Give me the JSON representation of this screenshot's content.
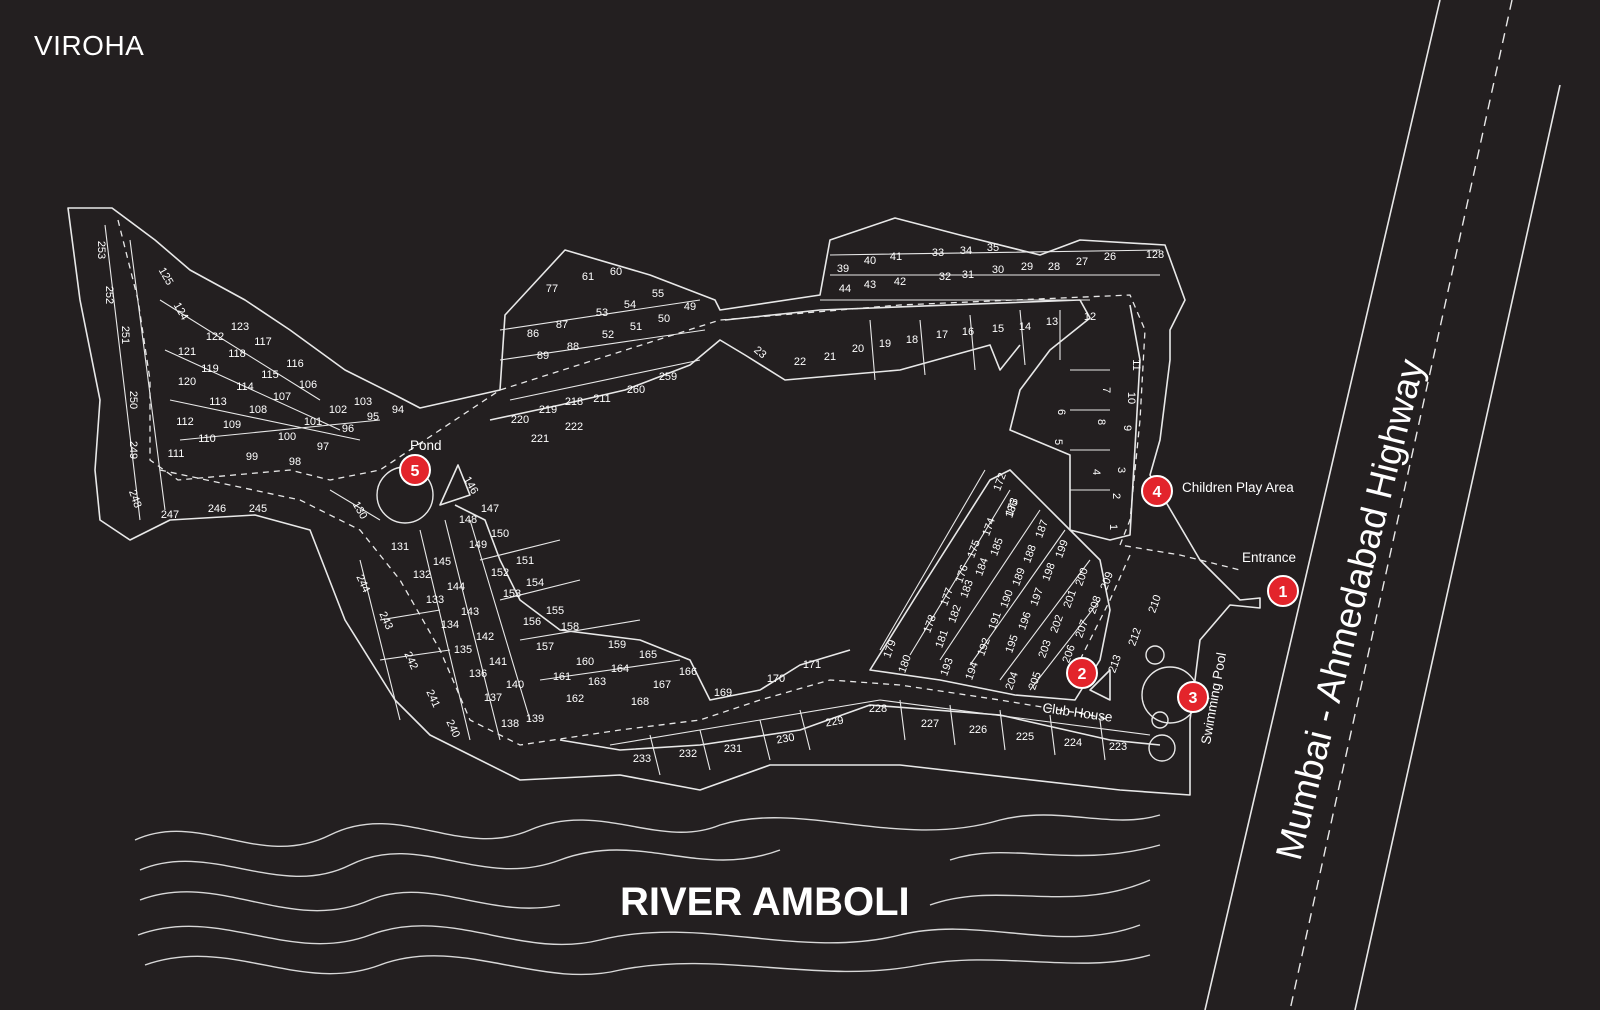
{
  "brand": "VIROHA",
  "river_name": "RIVER AMBOLI",
  "highway_name": "Mumbai - Ahmedabad Highway",
  "marker_color": "#e3242b",
  "amenities": [
    {
      "number": "1",
      "label": "Entrance"
    },
    {
      "number": "2",
      "label": "Club House"
    },
    {
      "number": "3",
      "label": "Swimming Pool"
    },
    {
      "number": "4",
      "label": "Children Play Area"
    },
    {
      "number": "5",
      "label": "Pond"
    }
  ],
  "plots": [
    "1",
    "2",
    "3",
    "4",
    "5",
    "6",
    "7",
    "8",
    "9",
    "10",
    "11",
    "12",
    "13",
    "14",
    "15",
    "16",
    "17",
    "18",
    "19",
    "20",
    "21",
    "22",
    "23",
    "26",
    "27",
    "28",
    "29",
    "30",
    "31",
    "32",
    "33",
    "34",
    "35",
    "39",
    "40",
    "41",
    "42",
    "43",
    "44",
    "49",
    "50",
    "51",
    "52",
    "53",
    "54",
    "55",
    "60",
    "61",
    "77",
    "86",
    "87",
    "88",
    "89",
    "94",
    "95",
    "96",
    "97",
    "98",
    "99",
    "100",
    "101",
    "102",
    "103",
    "106",
    "107",
    "108",
    "109",
    "110",
    "111",
    "112",
    "113",
    "114",
    "115",
    "116",
    "117",
    "118",
    "119",
    "120",
    "121",
    "122",
    "123",
    "124",
    "125",
    "128",
    "130",
    "131",
    "132",
    "133",
    "134",
    "135",
    "136",
    "137",
    "138",
    "139",
    "140",
    "141",
    "142",
    "143",
    "144",
    "145",
    "146",
    "147",
    "148",
    "149",
    "150",
    "151",
    "152",
    "153",
    "154",
    "155",
    "156",
    "157",
    "158",
    "159",
    "160",
    "161",
    "162",
    "163",
    "164",
    "165",
    "166",
    "167",
    "168",
    "169",
    "170",
    "171",
    "172",
    "173",
    "174",
    "175",
    "176",
    "177",
    "178",
    "179",
    "180",
    "181",
    "182",
    "183",
    "184",
    "185",
    "186",
    "187",
    "188",
    "189",
    "190",
    "191",
    "192",
    "193",
    "194",
    "195",
    "196",
    "197",
    "198",
    "199",
    "200",
    "201",
    "202",
    "203",
    "204",
    "205",
    "206",
    "207",
    "208",
    "209",
    "210",
    "211",
    "212",
    "213",
    "218",
    "219",
    "220",
    "221",
    "222",
    "223",
    "224",
    "225",
    "226",
    "227",
    "228",
    "229",
    "230",
    "231",
    "232",
    "233",
    "240",
    "241",
    "242",
    "243",
    "244",
    "245",
    "246",
    "247",
    "248",
    "249",
    "250",
    "251",
    "252",
    "253",
    "259",
    "260"
  ]
}
